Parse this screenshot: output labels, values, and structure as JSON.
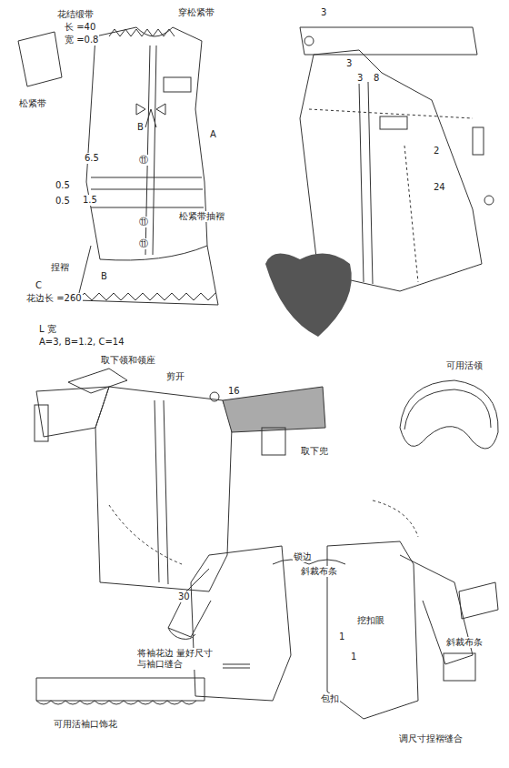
{
  "diagram": {
    "labels": [
      "花结缎带",
      "长 =40",
      "宽 =0.8",
      "穿松紧带",
      "松紧带",
      "6.5",
      "0.5",
      "0.5",
      "1.5",
      "A",
      "B",
      "⑪",
      "⑪",
      "⑪",
      "松紧带抽褶",
      "捏褶",
      "B",
      "C",
      "花边长 =260",
      "L 宽",
      "A=3, B=1.2, C=14",
      "3",
      "3",
      "3",
      "8",
      "2",
      "24",
      "取下领和领座",
      "剪开",
      "16",
      "可用活领",
      "取下兜",
      "30",
      "锁边",
      "斜裁布条",
      "挖扣眼",
      "包扣",
      "1",
      "1",
      "斜裁布条",
      "将袖花边 量好尺寸与袖口缝合",
      "可用活袖口饰花",
      "调尺寸捏褶缝合"
    ]
  }
}
